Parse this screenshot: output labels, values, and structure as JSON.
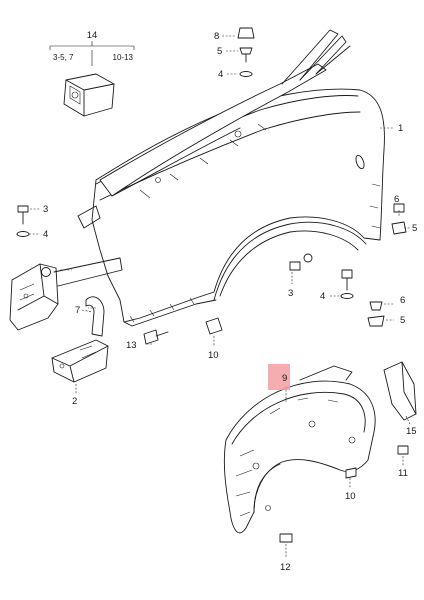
{
  "callouts": {
    "p1": "1",
    "p2": "2",
    "p3a": "3",
    "p3b": "3",
    "p4a": "4",
    "p4b": "4",
    "p4c": "4",
    "p5a": "5",
    "p5b": "5",
    "p5c": "5",
    "p6a": "6",
    "p6b": "6",
    "p7": "7",
    "p8": "8",
    "p9": "9",
    "p10a": "10",
    "p10b": "10",
    "p11": "11",
    "p12": "12",
    "p13": "13",
    "p14": "14",
    "p15": "15"
  },
  "kit": {
    "left": "3-5, 7",
    "right": "10-13"
  },
  "colors": {
    "line": "#1a1a1a",
    "highlight": "#f2a0a4"
  }
}
